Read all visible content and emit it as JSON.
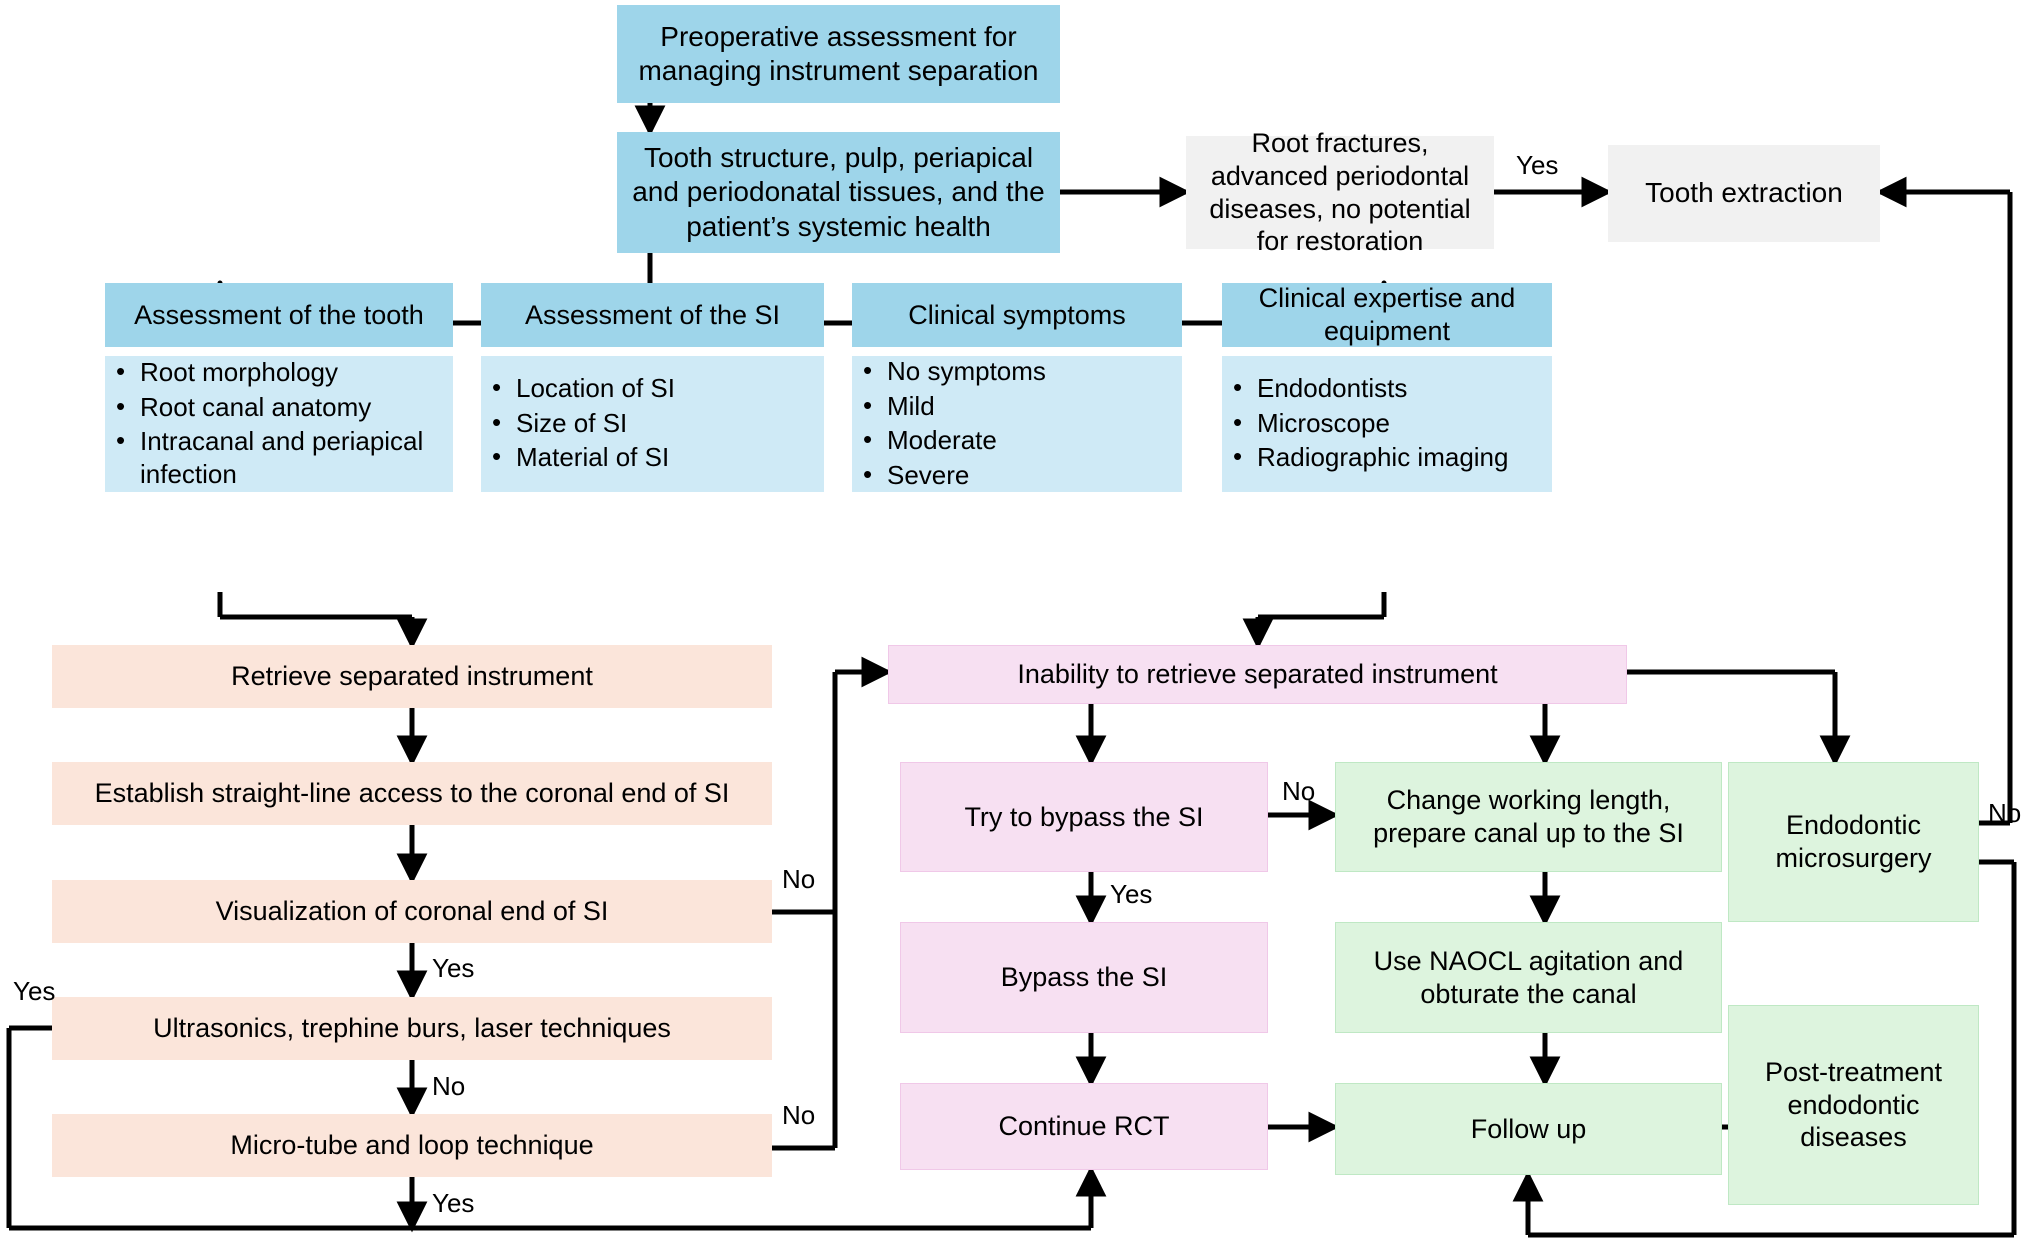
{
  "diagram": {
    "title": "Preoperative assessment for managing instrument separation flowchart",
    "colors": {
      "blue_header": "#9ed5ea",
      "blue_body": "#cfeaf6",
      "grey": "#f1f1f1",
      "peach": "#fbe5da",
      "pink": "#f7e0f2",
      "green": "#ddf4de",
      "connector": "#000000"
    }
  },
  "nodes": {
    "start": "Preoperative assessment for managing instrument separation",
    "evaluation": "Tooth structure, pulp, periapical and periodonatal tissues, and the patient’s systemic health",
    "hopeless": "Root fractures, advanced periodontal diseases, no potential for restoration",
    "extraction": "Tooth extraction",
    "col1_header": "Assessment of the tooth",
    "col2_header": "Assessment of the SI",
    "col3_header": "Clinical symptoms",
    "col4_header": "Clinical expertise and equipment",
    "retrieve": "Retrieve separated instrument",
    "straight_line": "Establish straight-line access to the coronal end of SI",
    "visualization": "Visualization of coronal end of SI",
    "ultrasonics": "Ultrasonics, trephine burs, laser techniques",
    "microtube": "Micro-tube and loop technique",
    "inability": "Inability to retrieve separated instrument",
    "try_bypass": "Try to bypass the SI",
    "bypass": "Bypass the SI",
    "continue_rct": "Continue RCT",
    "change_wl": "Change working length, prepare canal up to the SI",
    "naocl": "Use NAOCL agitation and obturate the canal",
    "follow_up": "Follow up",
    "microsurgery": "Endodontic microsurgery",
    "post_treatment": "Post-treatment endodontic diseases"
  },
  "bullet_lists": {
    "col1": [
      "Root morphology",
      "Root canal anatomy",
      "Intracanal and periapical infection"
    ],
    "col2": [
      "Location of SI",
      "Size of SI",
      "Material of SI"
    ],
    "col3": [
      "No symptoms",
      "Mild",
      "Moderate",
      "Severe"
    ],
    "col4": [
      "Endodontists",
      "Microscope",
      "Radiographic imaging"
    ]
  },
  "edge_labels": {
    "hopeless_yes": "Yes",
    "visualization_no": "No",
    "visualization_yes": "Yes",
    "ultrasonics_yes": "Yes",
    "ultrasonics_no": "No",
    "microtube_no": "No",
    "microtube_yes": "Yes",
    "bypass_no": "No",
    "bypass_yes": "Yes",
    "microsurgery_no": "No"
  }
}
